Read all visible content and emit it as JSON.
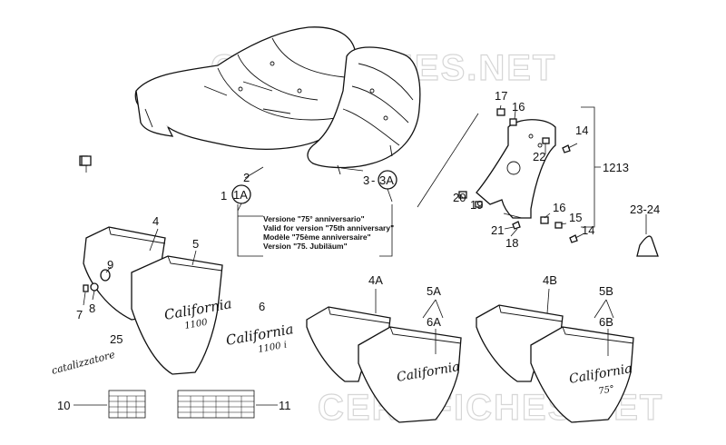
{
  "watermark": {
    "top": "CEROFICHES.NET",
    "bottom": "CEROFICHES.NET"
  },
  "version_note": {
    "lines": [
      "Versione \"75° anniversario\"",
      "Valid for version \"75th anniversary\"",
      "Modèle \"75ème anniversaire\"",
      "Version \"75. Jubiläum\""
    ]
  },
  "labels": {
    "p1": "1",
    "p1a": "1A",
    "p2": "2",
    "p3": "3",
    "p3a": "3A",
    "p3dash": "-",
    "p4": "4",
    "p5": "5",
    "p6": "6",
    "p7": "7",
    "p8": "8",
    "p9": "9",
    "p10": "10",
    "p11": "11",
    "p1213": "1213",
    "p14a": "14",
    "p14b": "14",
    "p15": "15",
    "p16a": "16",
    "p16b": "16",
    "p17": "17",
    "p18": "18",
    "p19": "19",
    "p20": "20",
    "p21": "21",
    "p22": "22",
    "p2324": "23-24",
    "p25": "25",
    "p4a": "4A",
    "p5a": "5A",
    "p6a": "6A",
    "p4b": "4B",
    "p5b": "5B",
    "p6b": "6B"
  },
  "decals": {
    "california_1100": "California",
    "california_1100_sub": "1100",
    "california_1100i": "California",
    "california_1100i_sub": "1100 i",
    "california_6a": "California",
    "california_6b": "California",
    "california_6b_sub": "75°",
    "catalizzatore": "catalizzatore"
  }
}
